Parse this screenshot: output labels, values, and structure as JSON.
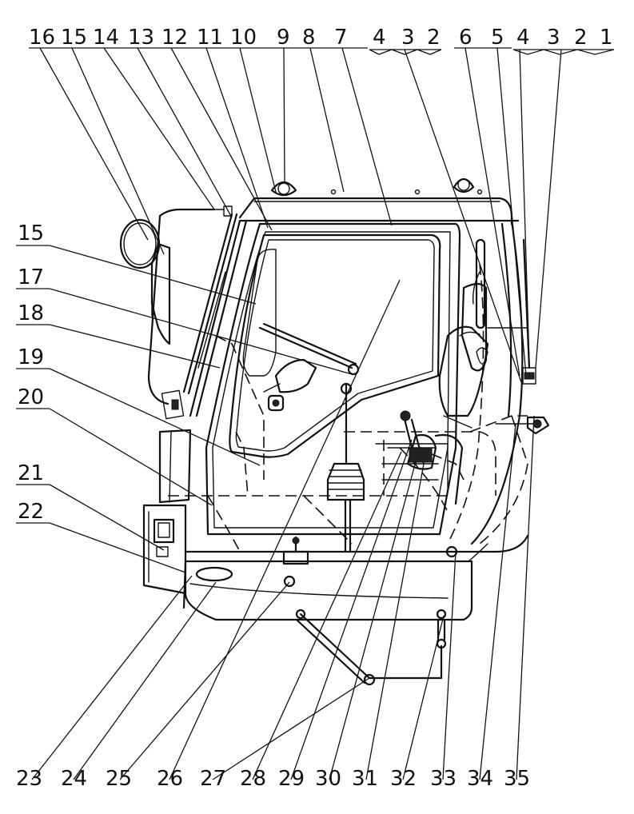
{
  "top_callouts": [
    "16",
    "15",
    "14",
    "13",
    "12",
    "11",
    "10",
    "9",
    "8",
    "7",
    "4",
    "3",
    "2",
    "6",
    "5",
    "4",
    "3",
    "2",
    "1"
  ],
  "left_callouts": [
    "15",
    "17",
    "18",
    "19",
    "20",
    "21",
    "22"
  ],
  "bottom_callouts": [
    "23",
    "24",
    "25",
    "26",
    "27",
    "28",
    "29",
    "30",
    "31",
    "32",
    "33",
    "34",
    "35"
  ]
}
